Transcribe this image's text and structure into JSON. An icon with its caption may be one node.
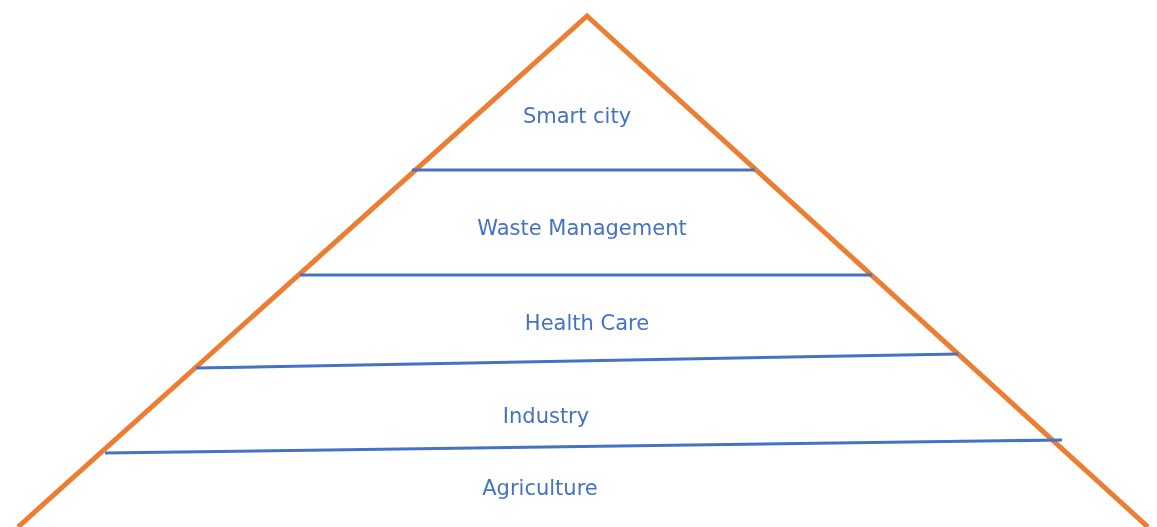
{
  "diagram": {
    "nodes": [
      {
        "text": [
          "Smart city"
        ]
      },
      {
        "text": [
          "Waste Management"
        ]
      },
      {
        "text": [
          "Health Care"
        ]
      },
      {
        "text": [
          "Industry"
        ]
      },
      {
        "text": [
          "Agriculture"
        ]
      }
    ]
  }
}
